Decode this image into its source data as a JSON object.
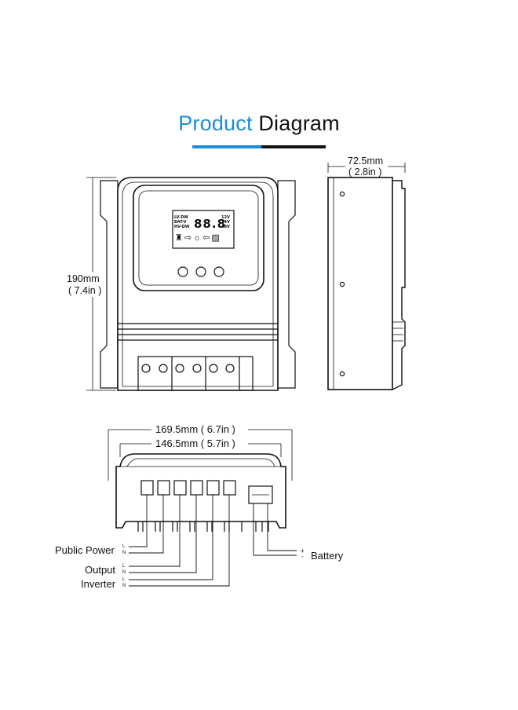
{
  "title": {
    "word1": "Product",
    "word2": "Diagram"
  },
  "dimensions": {
    "height_mm": "190mm",
    "height_in": "( 7.4in )",
    "depth_mm": "72.5mm",
    "depth_in": "( 2.8in )",
    "width_outer": "169.5mm ( 6.7in )",
    "width_inner": "146.5mm ( 5.7in )"
  },
  "lcd": {
    "digits": "88.8",
    "left_labels": [
      "LV-DW",
      "BAT-V",
      "HV-DW"
    ],
    "right_labels": [
      "12V",
      "24V",
      "48V"
    ]
  },
  "terminals": {
    "public_power": "Public Power",
    "output": "Output",
    "inverter": "Inverter",
    "battery": "Battery",
    "ln_l": "L",
    "ln_n": "N",
    "plus": "+",
    "minus": "-"
  },
  "colors": {
    "accent": "#1a8fd6",
    "line": "#111111"
  }
}
